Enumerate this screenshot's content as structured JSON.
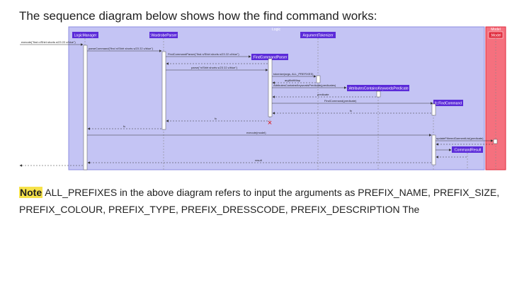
{
  "heading": "The sequence diagram below shows how the find command works:",
  "diagram": {
    "boxes": {
      "logic": "Logic",
      "model": "Model"
    },
    "participants": {
      "logic_manager": "LogicManager",
      "wardrobe_parser": ":WardrobeParser",
      "find_parser": ":FindCommandParser",
      "tokenizer": "ArgumentTokenizer",
      "predicate": ":AttributesContainsKeywordsPredicate",
      "find_command": "fc:FindCommand",
      "command_result": ":CommandResult",
      "model": ":Model"
    },
    "messages": {
      "m1": "execute(\"find n/Shirt shorts s/23 22 c/blue\")",
      "m2": "parseCommand(\"find n/Shirt shorts s/23 22 c/blue\")",
      "m3": "FindCommandParser(\"find n/Shirt shorts s/23 22 c/blue\")",
      "m4": "parse(\"n/Shirt shorts s/23 22 c/blue\")",
      "m5": "tokenize(args, ALL_PREFIXES)",
      "m6": "argMultiMap",
      "m7": "AttributesContainsKeywordsPredicate(predicates)",
      "m8": "predicate",
      "m9": "FindCommand(predicate)",
      "m10": "fc",
      "m11": "fc",
      "m12": "fc",
      "m13": "execute(model)",
      "m14": "updateFilteredGarmentList(predicate)",
      "m15": "result",
      "destroy": "×"
    }
  },
  "note": {
    "label": "Note",
    "text": " ALL_PREFIXES in the above diagram refers to input the arguments as PREFIX_NAME, PREFIX_SIZE, PREFIX_COLOUR, PREFIX_TYPE, PREFIX_DRESSCODE, PREFIX_DESCRIPTION The"
  },
  "colors": {
    "logic_bg": "#c4c4f4",
    "participant": "#5b2bd9",
    "model_bg": "#f5707e",
    "model_head": "#e02a3c",
    "activation": "#ffffff",
    "note_highlight": "#f6e24a"
  }
}
